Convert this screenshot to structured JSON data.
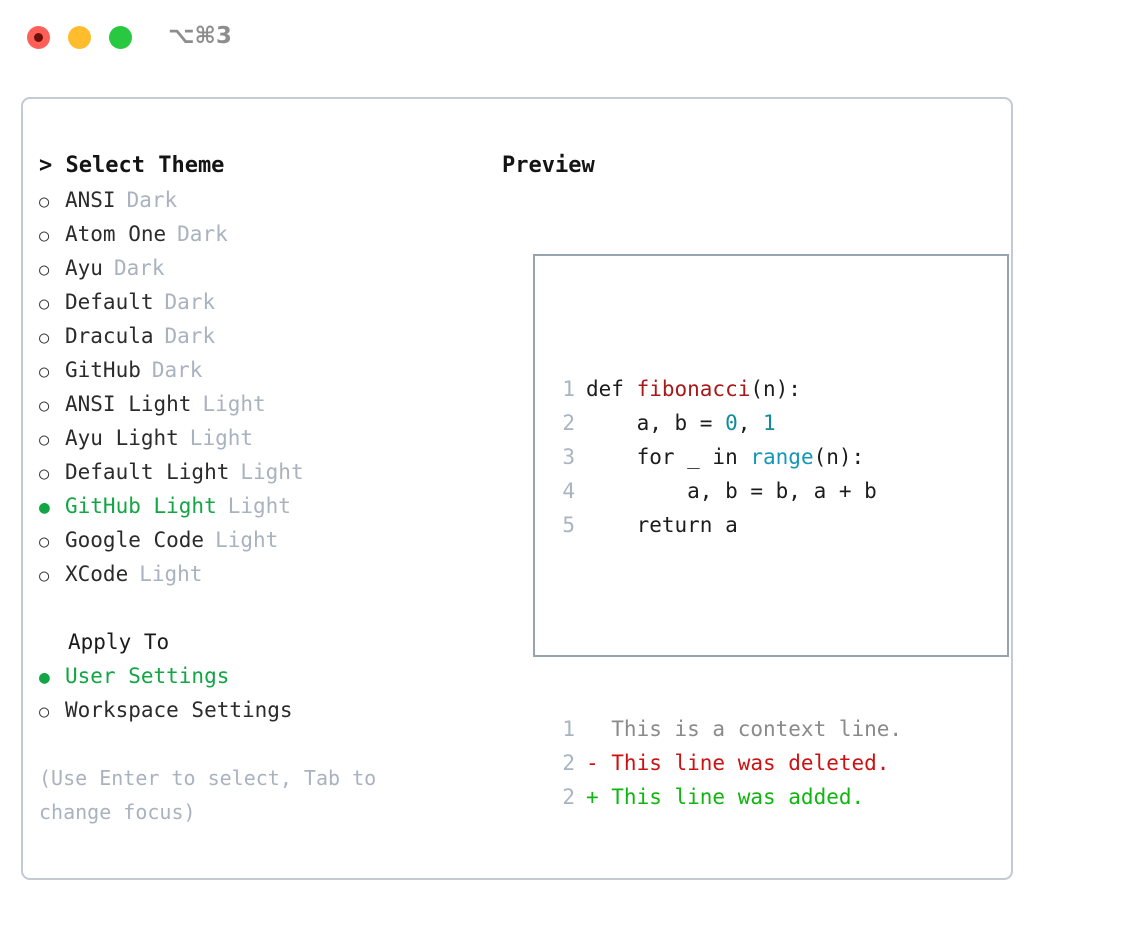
{
  "titlebar": {
    "shortcut": "⌥⌘3",
    "dots": [
      {
        "name": "close",
        "color": "#ff5f57"
      },
      {
        "name": "minimize",
        "color": "#ffbd2e"
      },
      {
        "name": "maximize",
        "color": "#28c840"
      }
    ]
  },
  "theme_picker": {
    "heading": "> Select Theme",
    "marker_unselected": "○",
    "marker_selected": "●",
    "items": [
      {
        "name": "ANSI",
        "tag": "Dark",
        "selected": false
      },
      {
        "name": "Atom One",
        "tag": "Dark",
        "selected": false
      },
      {
        "name": "Ayu",
        "tag": "Dark",
        "selected": false
      },
      {
        "name": "Default",
        "tag": "Dark",
        "selected": false
      },
      {
        "name": "Dracula",
        "tag": "Dark",
        "selected": false
      },
      {
        "name": "GitHub",
        "tag": "Dark",
        "selected": false
      },
      {
        "name": "ANSI Light",
        "tag": "Light",
        "selected": false
      },
      {
        "name": "Ayu Light",
        "tag": "Light",
        "selected": false
      },
      {
        "name": "Default Light",
        "tag": "Light",
        "selected": false
      },
      {
        "name": "GitHub Light",
        "tag": "Light",
        "selected": true
      },
      {
        "name": "Google Code",
        "tag": "Light",
        "selected": false
      },
      {
        "name": "XCode",
        "tag": "Light",
        "selected": false
      }
    ]
  },
  "apply_to": {
    "title": "Apply To",
    "options": [
      {
        "label": "User Settings",
        "selected": true
      },
      {
        "label": "Workspace Settings",
        "selected": false
      }
    ]
  },
  "hint": "(Use Enter to select, Tab to change focus)",
  "preview": {
    "heading": "Preview",
    "code_lines": [
      {
        "num": "1",
        "segments": [
          {
            "t": "def ",
            "c": "plain"
          },
          {
            "t": "fibonacci",
            "c": "fn"
          },
          {
            "t": "(n):",
            "c": "plain"
          }
        ]
      },
      {
        "num": "2",
        "segments": [
          {
            "t": "    a, b = ",
            "c": "plain"
          },
          {
            "t": "0",
            "c": "num"
          },
          {
            "t": ", ",
            "c": "plain"
          },
          {
            "t": "1",
            "c": "num"
          }
        ]
      },
      {
        "num": "3",
        "segments": [
          {
            "t": "    for _ in ",
            "c": "plain"
          },
          {
            "t": "range",
            "c": "call"
          },
          {
            "t": "(n):",
            "c": "plain"
          }
        ]
      },
      {
        "num": "4",
        "segments": [
          {
            "t": "        a, b = b, a + b",
            "c": "plain"
          }
        ]
      },
      {
        "num": "5",
        "segments": [
          {
            "t": "    return a",
            "c": "plain"
          }
        ]
      }
    ],
    "diff_lines": [
      {
        "num": "1",
        "segments": [
          {
            "t": "  This is a context line.",
            "c": "ctx"
          }
        ]
      },
      {
        "num": "2",
        "segments": [
          {
            "t": "- This line was deleted.",
            "c": "del"
          }
        ]
      },
      {
        "num": "2",
        "segments": [
          {
            "t": "+ This line was added.",
            "c": "add"
          }
        ]
      }
    ]
  },
  "colors": {
    "accent_green": "#11a544",
    "muted": "#a9b2bf",
    "panel_border": "#c3cad4",
    "preview_border": "#97a3b0",
    "fn_red": "#a81919",
    "num_teal": "#0e8c9b",
    "call_cyan": "#1496b8",
    "diff_del": "#cc1111",
    "diff_add": "#11b511"
  }
}
